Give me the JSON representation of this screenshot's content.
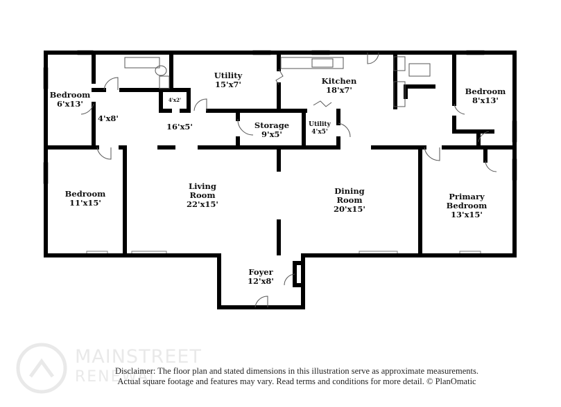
{
  "rooms": [
    {
      "name": "Bedroom",
      "dim": "6'x13'"
    },
    {
      "name": "",
      "dim": "4'x8'"
    },
    {
      "name": "",
      "dim": "4'x2'"
    },
    {
      "name": "",
      "dim": "16'x5'"
    },
    {
      "name": "Utility",
      "dim": "15'x7'"
    },
    {
      "name": "Storage",
      "dim": "9'x5'"
    },
    {
      "name": "Kitchen",
      "dim": "18'x7'"
    },
    {
      "name": "Utility",
      "dim": "4'x5'"
    },
    {
      "name": "Bedroom",
      "dim": "8'x13'"
    },
    {
      "name": "Bedroom",
      "dim": "11'x15'"
    },
    {
      "name": "Living",
      "name2": "Room",
      "dim": "22'x15'"
    },
    {
      "name": "Dining",
      "name2": "Room",
      "dim": "20'x15'"
    },
    {
      "name": "Primary",
      "name2": "Bedroom",
      "dim": "13'x15'"
    },
    {
      "name": "Foyer",
      "dim": "12'x8'"
    }
  ],
  "logo": {
    "line1": "MAINSTREET",
    "line2": "RENEWAL"
  },
  "disclaimer": {
    "line1": "Disclaimer: The floor plan and stated dimensions in this illustration serve as approximate measurements.",
    "line2": "Actual square footage and features may vary. Read terms and conditions for more detail. © PlanOmatic"
  }
}
